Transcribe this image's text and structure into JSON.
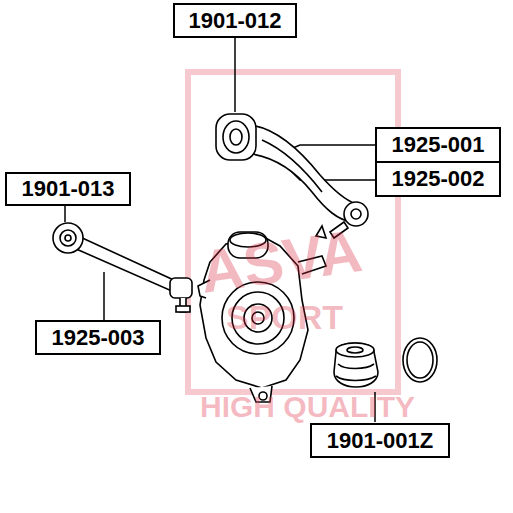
{
  "diagram": {
    "nodes": [
      {
        "text": [
          "1901-012"
        ]
      },
      {
        "text": [
          "1925-001"
        ]
      },
      {
        "text": [
          "1925-002"
        ]
      },
      {
        "text": [
          "1901-013"
        ]
      },
      {
        "text": [
          "1925-003"
        ]
      },
      {
        "text": [
          "1901-001Z"
        ]
      }
    ],
    "labels": [
      "ASVA",
      "SPORT",
      "HIGH QUALITY"
    ]
  }
}
